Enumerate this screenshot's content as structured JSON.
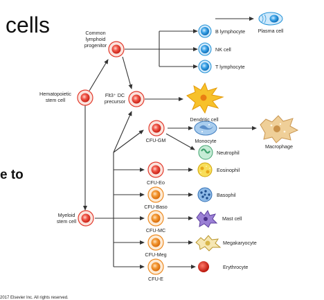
{
  "slide": {
    "title_fragment": "cells",
    "left_fragment": "e to",
    "footer_fragment": "2017 Elsevier Inc. All rights reserved."
  },
  "labels": {
    "common_lymphoid": [
      "Common",
      "lymphoid",
      "progenitor"
    ],
    "hematopoietic": [
      "Hematopoietic",
      "stem cell"
    ],
    "flt3_dc": [
      "Flt3⁺ DC",
      "precursor"
    ],
    "myeloid": [
      "Myeloid",
      "stem cell"
    ],
    "b_lymphocyte": "B lymphocyte",
    "nk_cell": "NK cell",
    "t_lymphocyte": "T lymphocyte",
    "plasma_cell": "Plasma cell",
    "dendritic_cell": "Dendritic cell",
    "cfu_gm": "CFU-GM",
    "monocyte": "Monocyte",
    "macrophage": "Macrophage",
    "neutrophil": "Neutrophil",
    "cfu_eo": "CFU-Eo",
    "eosinophil": "Eosinophil",
    "cfu_baso": "CFU-Baso",
    "basophil": "Basophil",
    "cfu_mc": "CFU-MC",
    "mast_cell": "Mast cell",
    "cfu_meg": "CFU-Meg",
    "megakaryocyte": "Megakaryocyte",
    "cfu_e": "CFU-E",
    "erythrocyte": "Erythrocyte"
  },
  "colors": {
    "progenitor_red": "#e63c2e",
    "progenitor_orange": "#f08a1c",
    "lymphocyte_blue": "#1d8fd6",
    "dendritic_yellow": "#f5b81c",
    "monocyte_blue": "#7fb2de",
    "neutrophil_green": "#aee0c4",
    "eosinophil_yellow": "#f4d23a",
    "basophil_blue": "#4a90d6",
    "mast_purple": "#8a6cc8",
    "megakaryocyte_cream": "#f2e2a8",
    "erythrocyte_red": "#d21f12",
    "macrophage_tan": "#e9c488",
    "arrow": "#333333"
  }
}
